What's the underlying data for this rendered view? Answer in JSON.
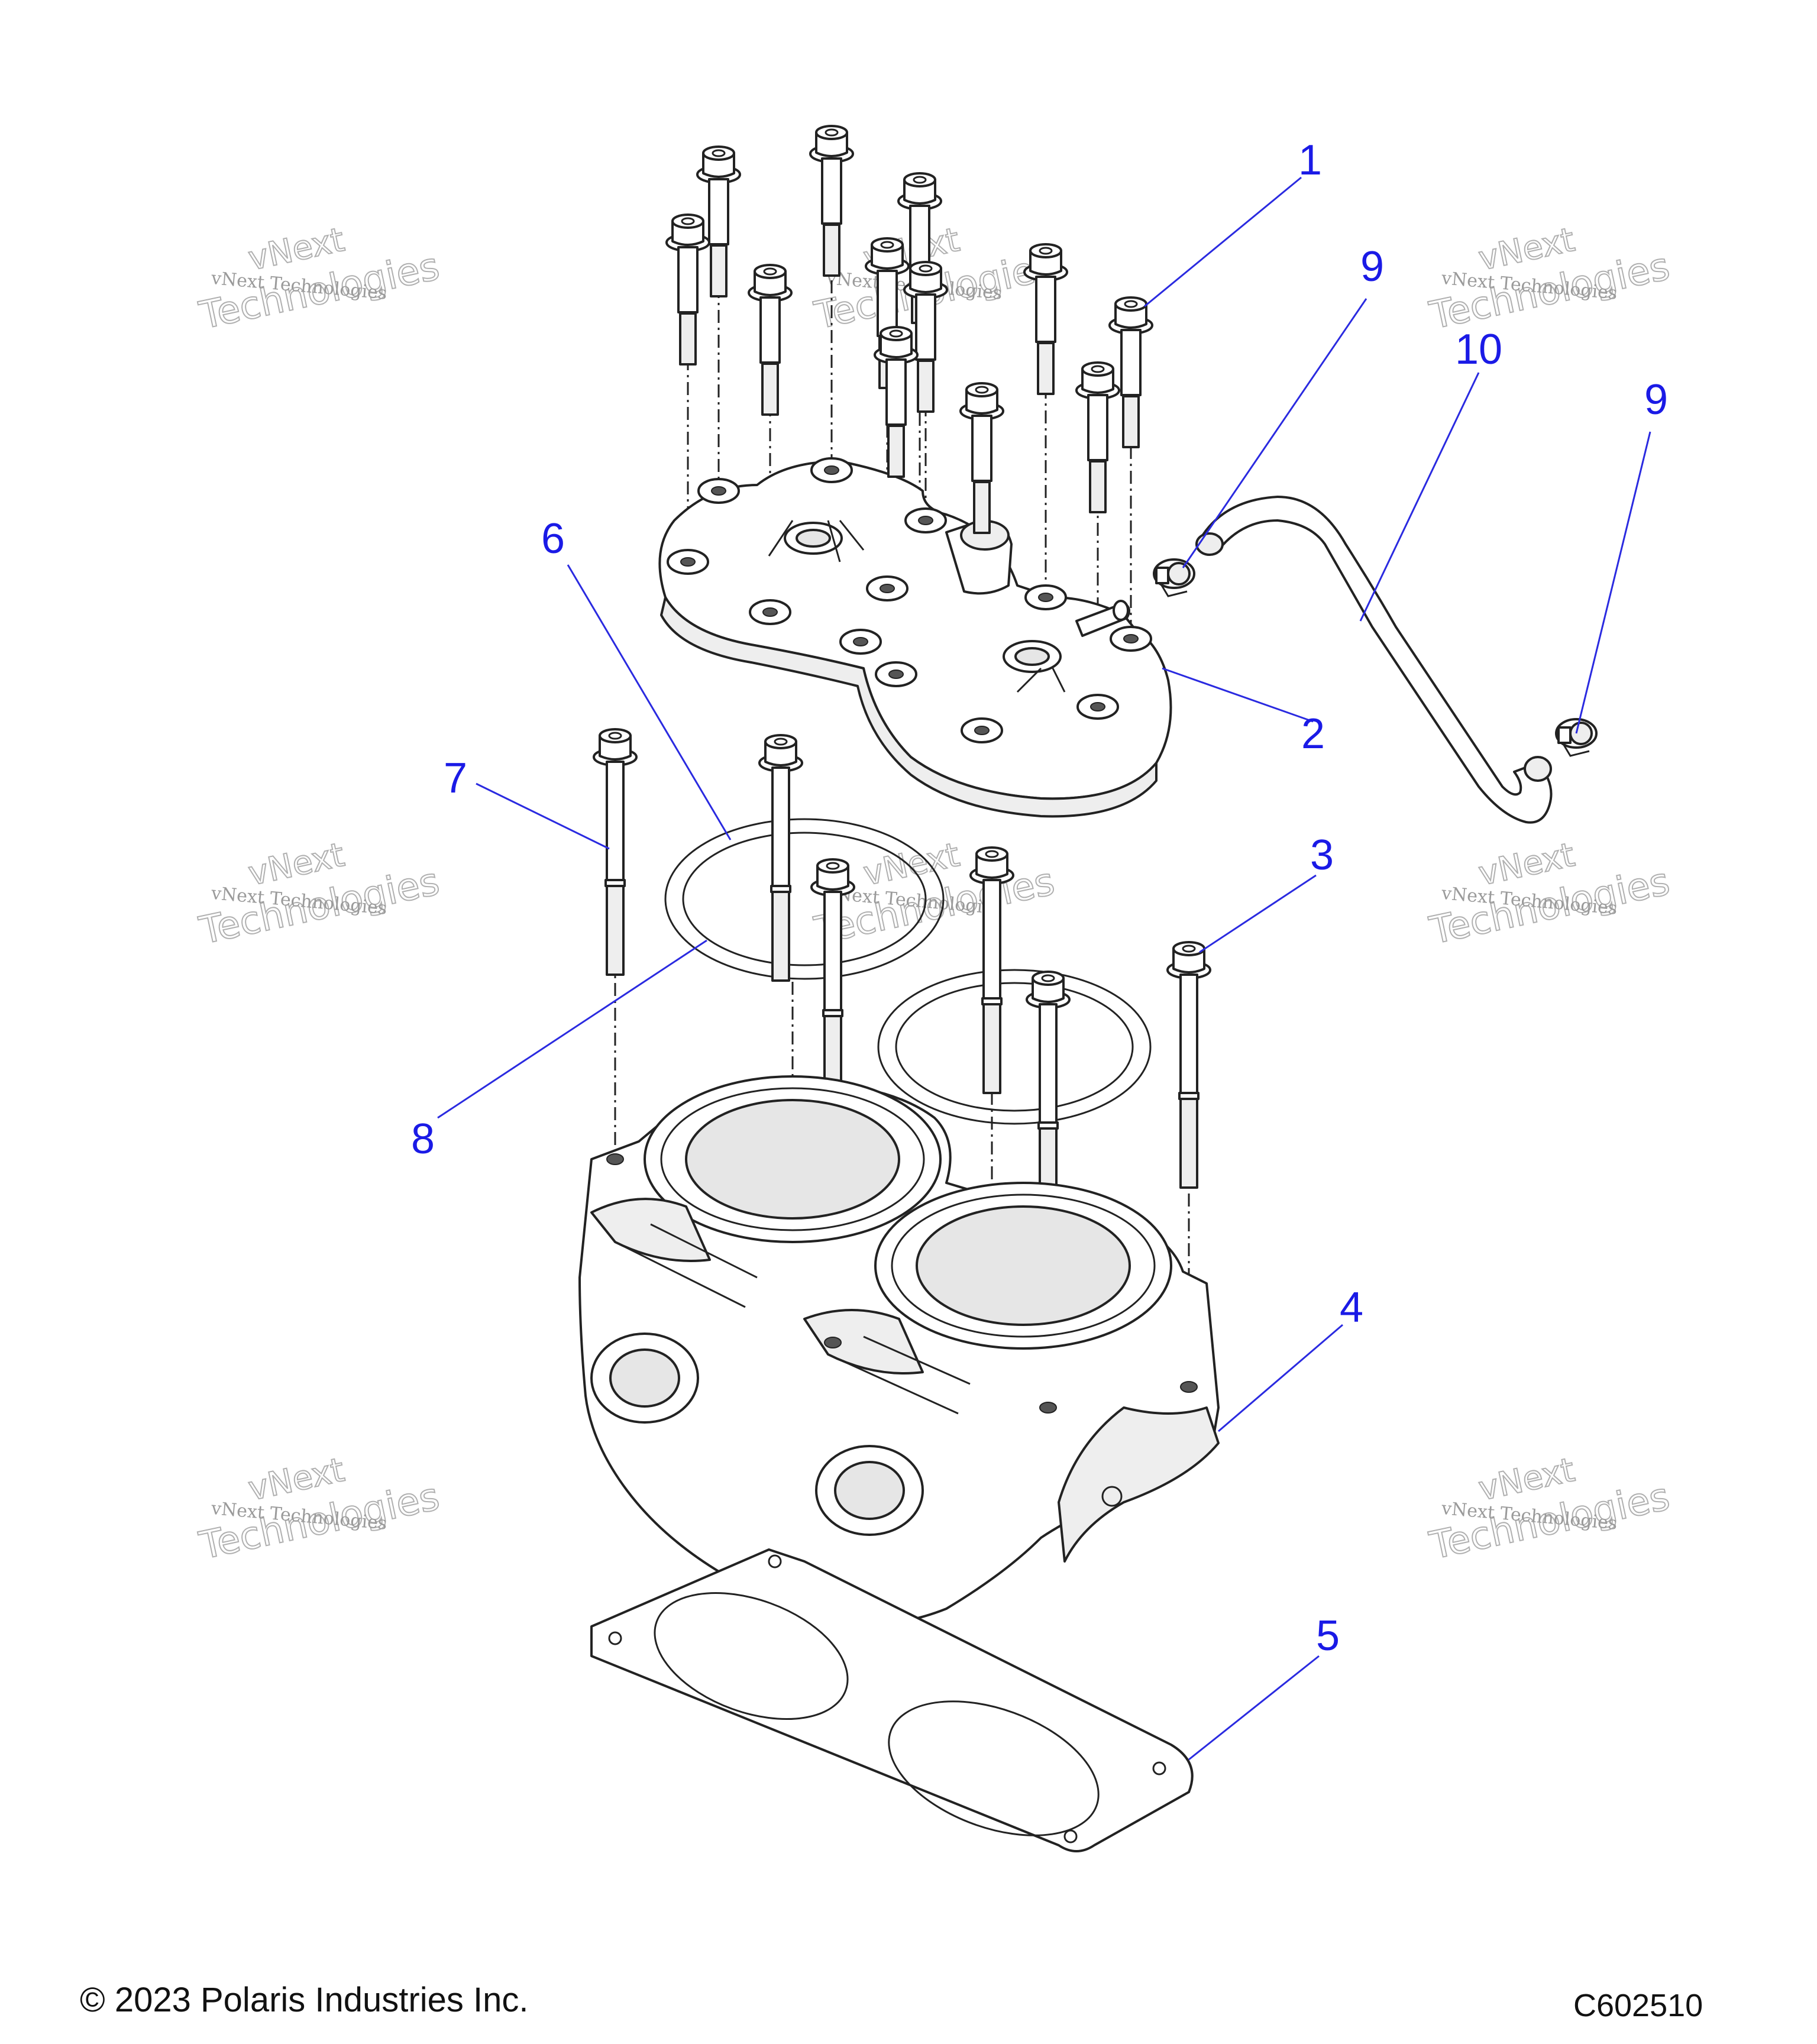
{
  "callouts": [
    {
      "id": "1",
      "label": "1"
    },
    {
      "id": "2",
      "label": "2"
    },
    {
      "id": "3",
      "label": "3"
    },
    {
      "id": "4",
      "label": "4"
    },
    {
      "id": "5",
      "label": "5"
    },
    {
      "id": "6",
      "label": "6"
    },
    {
      "id": "7",
      "label": "7"
    },
    {
      "id": "8",
      "label": "8"
    },
    {
      "id": "9a",
      "label": "9"
    },
    {
      "id": "9b",
      "label": "9"
    },
    {
      "id": "10",
      "label": "10"
    }
  ],
  "watermark": {
    "line1": "vNext Technologies",
    "line2": "vNext",
    "line3": "Technologies"
  },
  "footer": {
    "copyright": "© 2023 Polaris Industries Inc.",
    "code": "C602510"
  },
  "colors": {
    "callout": "#1a1ae6",
    "line": "#222222",
    "watermark": "#9a9a9a"
  }
}
